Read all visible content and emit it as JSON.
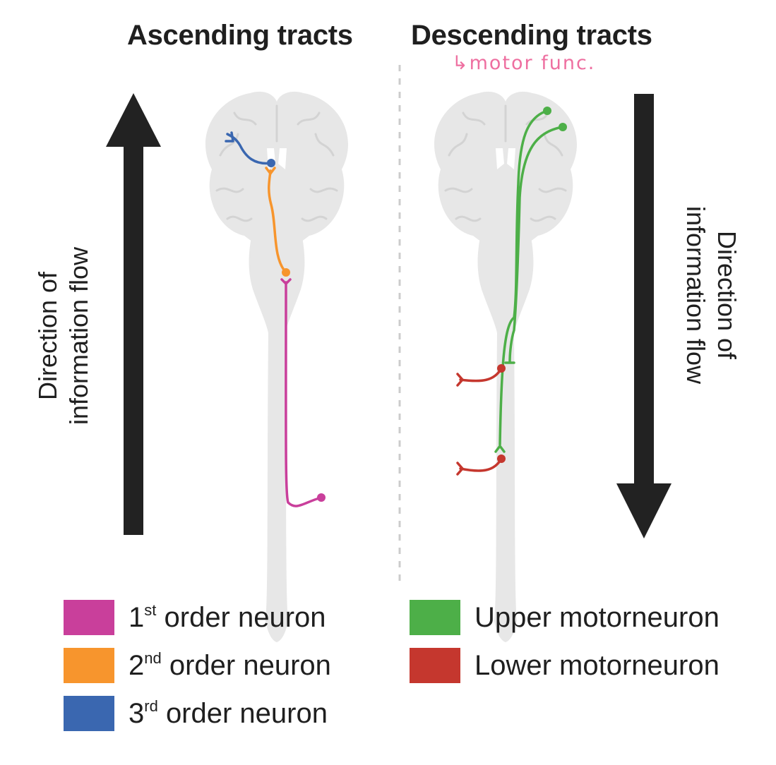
{
  "titles": {
    "ascending": "Ascending tracts",
    "descending": "Descending tracts"
  },
  "annotation": "↳motor func.",
  "flow_labels": {
    "left": {
      "line1": "Direction of",
      "line2": "information flow"
    },
    "right": {
      "line1": "Direction of",
      "line2": "information flow"
    }
  },
  "colors": {
    "first_order": "#c93f9b",
    "second_order": "#f7952d",
    "third_order": "#3a67b0",
    "upper_motor": "#4daf48",
    "lower_motor": "#c5372e",
    "arrow": "#222222",
    "tissue": "#e7e7e7",
    "annotation": "#ee6fa0"
  },
  "legend": {
    "first": {
      "num": "1",
      "sup": "st",
      "text": "order neuron"
    },
    "second": {
      "num": "2",
      "sup": "nd",
      "text": "order neuron"
    },
    "third": {
      "num": "3",
      "sup": "rd",
      "text": "order neuron"
    },
    "upper": {
      "text": "Upper motorneuron"
    },
    "lower": {
      "text": "Lower motorneuron"
    }
  }
}
